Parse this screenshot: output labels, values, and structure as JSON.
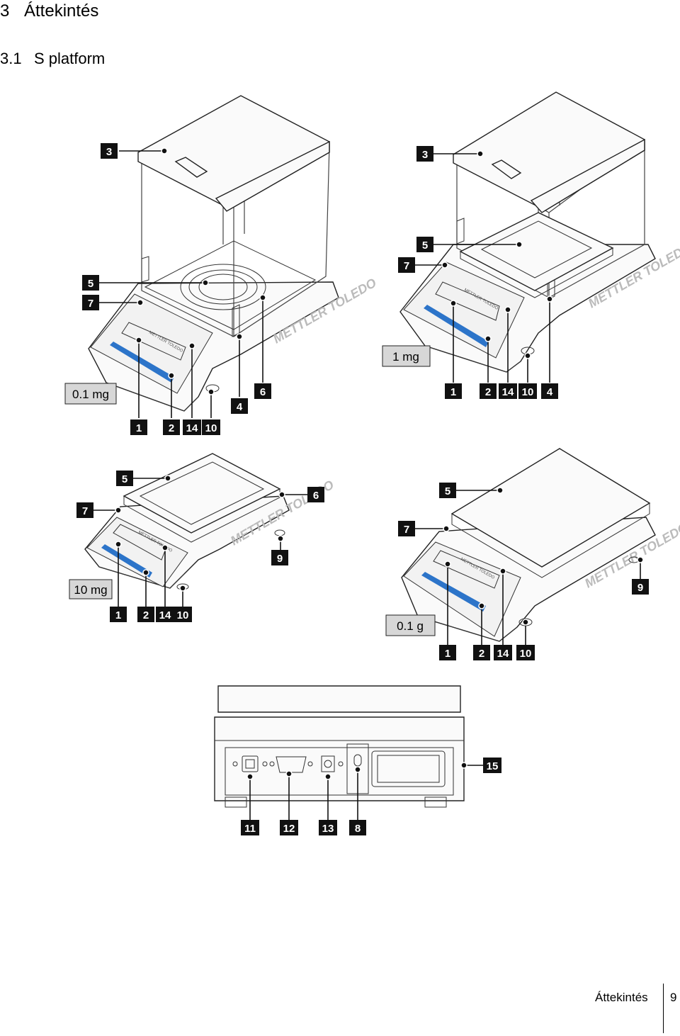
{
  "heading": {
    "number": "3",
    "title": "Áttekintés"
  },
  "subheading": {
    "number": "3.1",
    "title": "S platform"
  },
  "figures": [
    {
      "resolution": "0.1 mg",
      "callouts": [
        "3",
        "5",
        "7",
        "1",
        "2",
        "14",
        "10",
        "4",
        "6"
      ]
    },
    {
      "resolution": "1 mg",
      "callouts": [
        "3",
        "5",
        "7",
        "1",
        "2",
        "14",
        "10",
        "4"
      ]
    },
    {
      "resolution": "10 mg",
      "callouts": [
        "5",
        "6",
        "7",
        "9",
        "1",
        "2",
        "14",
        "10"
      ]
    },
    {
      "resolution": "0.1 g",
      "callouts": [
        "5",
        "7",
        "9",
        "1",
        "2",
        "14",
        "10"
      ]
    },
    {
      "resolution": "",
      "callouts": [
        "15",
        "11",
        "12",
        "13",
        "8"
      ]
    }
  ],
  "brand_text": "METTLER TOLEDO",
  "footer": {
    "section": "Áttekintés",
    "page": "9"
  }
}
